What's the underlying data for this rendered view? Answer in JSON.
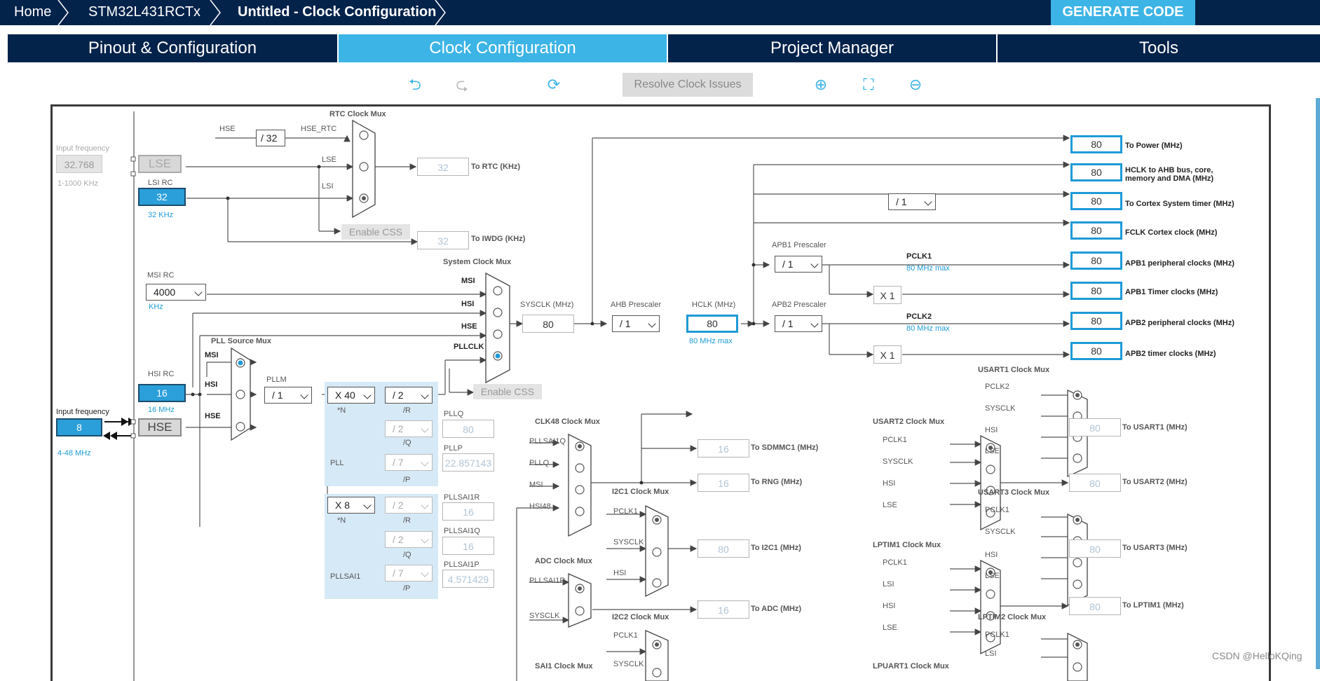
{
  "breadcrumb": {
    "home": "Home",
    "mcu": "STM32L431RCTx",
    "project": "Untitled - Clock Configuration"
  },
  "generate_button": "GENERATE CODE",
  "tabs": [
    "Pinout & Configuration",
    "Clock Configuration",
    "Project Manager",
    "Tools"
  ],
  "toolbar": {
    "resolve": "Resolve Clock Issues",
    "icons": [
      "undo-icon",
      "redo-icon",
      "reset-icon",
      "zoom-in-icon",
      "fit-icon",
      "zoom-out-icon"
    ]
  },
  "watermark": "CSDN @HelloKQing",
  "clock": {
    "lse_input": {
      "label": "Input frequency",
      "value": "32.768",
      "range": "1-1000 KHz"
    },
    "lse": "LSE",
    "lsi": {
      "label": "LSI RC",
      "value": "32",
      "unit": "32 KHz"
    },
    "msi": {
      "label": "MSI RC",
      "value": "4000",
      "unit": "KHz"
    },
    "hsi": {
      "label": "HSI RC",
      "value": "16",
      "unit": "16 MHz"
    },
    "hse_input": {
      "label": "Input frequency",
      "value": "8",
      "range": "4-48 MHz"
    },
    "hse": "HSE",
    "rtc": {
      "title": "RTC Clock Mux",
      "hse_div": "/ 32",
      "in_hse": "HSE",
      "in_hse_rtc": "HSE_RTC",
      "in_lse": "LSE",
      "in_lsi": "LSI",
      "out_value": "32",
      "out_label": "To RTC (KHz)",
      "css": "Enable CSS",
      "iwdg_value": "32",
      "iwdg_label": "To IWDG (KHz)"
    },
    "sys": {
      "title": "System Clock Mux",
      "in_msi": "MSI",
      "in_hsi": "HSI",
      "in_hse": "HSE",
      "in_pllclk": "PLLCLK",
      "css": "Enable CSS",
      "sysclk_label": "SYSCLK (MHz)",
      "sysclk": "80"
    },
    "ahb": {
      "label": "AHB Prescaler",
      "value": "/ 1",
      "hclk_label": "HCLK (MHz)",
      "hclk": "80",
      "hclk_max": "80 MHz max"
    },
    "cortex_div": "/ 1",
    "apb1": {
      "label": "APB1 Prescaler",
      "value": "/ 1",
      "pclk": "PCLK1",
      "max": "80 MHz max",
      "timer_mul": "X 1"
    },
    "apb2": {
      "label": "APB2 Prescaler",
      "value": "/ 1",
      "pclk": "PCLK2",
      "max": "80 MHz max",
      "timer_mul": "X 1"
    },
    "outputs": [
      {
        "value": "80",
        "label": "To Power (MHz)"
      },
      {
        "value": "80",
        "label": "HCLK to AHB bus, core, memory and DMA (MHz)"
      },
      {
        "value": "80",
        "label": "To Cortex System timer (MHz)"
      },
      {
        "value": "80",
        "label": "FCLK Cortex clock (MHz)"
      },
      {
        "value": "80",
        "label": "APB1 peripheral clocks (MHz)"
      },
      {
        "value": "80",
        "label": "APB1 Timer clocks (MHz)"
      },
      {
        "value": "80",
        "label": "APB2 peripheral clocks (MHz)"
      },
      {
        "value": "80",
        "label": "APB2 timer clocks (MHz)"
      }
    ],
    "pll": {
      "src_title": "PLL Source Mux",
      "in_msi": "MSI",
      "in_hsi": "HSI",
      "in_hse": "HSE",
      "pllm_label": "PLLM",
      "pllm": "/ 1",
      "n": "X 40",
      "n_lbl": "*N",
      "r": "/ 2",
      "r_lbl": "/R",
      "q": "/ 2",
      "q_lbl": "/Q",
      "p": "/ 7",
      "p_lbl": "/P",
      "name": "PLL",
      "pllq_label": "PLLQ",
      "pllq": "80",
      "pllp_label": "PLLP",
      "pllp": "22.857143"
    },
    "pllsai1": {
      "n": "X 8",
      "n_lbl": "*N",
      "r": "/ 2",
      "r_lbl": "/R",
      "q": "/ 2",
      "q_lbl": "/Q",
      "p": "/ 7",
      "p_lbl": "/P",
      "name": "PLLSAI1",
      "r_label": "PLLSAI1R",
      "r_value": "16",
      "q_label": "PLLSAI1Q",
      "q_value": "16",
      "p_label": "PLLSAI1P",
      "p_value": "4.571429"
    },
    "clk48": {
      "title": "CLK48 Clock Mux",
      "inputs": [
        "PLLSAI1Q",
        "PLLQ",
        "MSI",
        "HSI48"
      ],
      "sdmmc_value": "16",
      "sdmmc_label": "To SDMMC1 (MHz)",
      "rng_value": "16",
      "rng_label": "To RNG (MHz)"
    },
    "adc": {
      "title": "ADC Clock Mux",
      "inputs": [
        "PLLSAI1R",
        "SYSCLK"
      ],
      "value": "16",
      "label": "To ADC (MHz)"
    },
    "i2c1": {
      "title": "I2C1 Clock Mux",
      "inputs": [
        "PCLK1",
        "SYSCLK",
        "HSI"
      ],
      "value": "80",
      "label": "To I2C1 (MHz)"
    },
    "i2c2": {
      "title": "I2C2 Clock Mux",
      "inputs": [
        "PCLK1",
        "SYSCLK"
      ]
    },
    "sai1": {
      "title": "SAI1 Clock Mux"
    },
    "usart1": {
      "title": "USART1 Clock Mux",
      "inputs": [
        "PCLK2",
        "SYSCLK",
        "HSI",
        "LSE"
      ],
      "value": "80",
      "label": "To USART1 (MHz)"
    },
    "usart2": {
      "title": "USART2 Clock Mux",
      "inputs": [
        "PCLK1",
        "SYSCLK",
        "HSI",
        "LSE"
      ],
      "value": "80",
      "label": "To USART2 (MHz)"
    },
    "usart3": {
      "title": "USART3 Clock Mux",
      "inputs": [
        "PCLK1",
        "SYSCLK",
        "HSI",
        "LSE"
      ],
      "value": "80",
      "label": "To USART3 (MHz)"
    },
    "lptim1": {
      "title": "LPTIM1 Clock Mux",
      "inputs": [
        "PCLK1",
        "LSI",
        "HSI",
        "LSE"
      ],
      "value": "80",
      "label": "To LPTIM1 (MHz)"
    },
    "lptim2": {
      "title": "LPTIM2 Clock Mux",
      "inputs": [
        "PCLK1",
        "LSI"
      ]
    },
    "lpuart1": {
      "title": "LPUART1 Clock Mux"
    }
  }
}
